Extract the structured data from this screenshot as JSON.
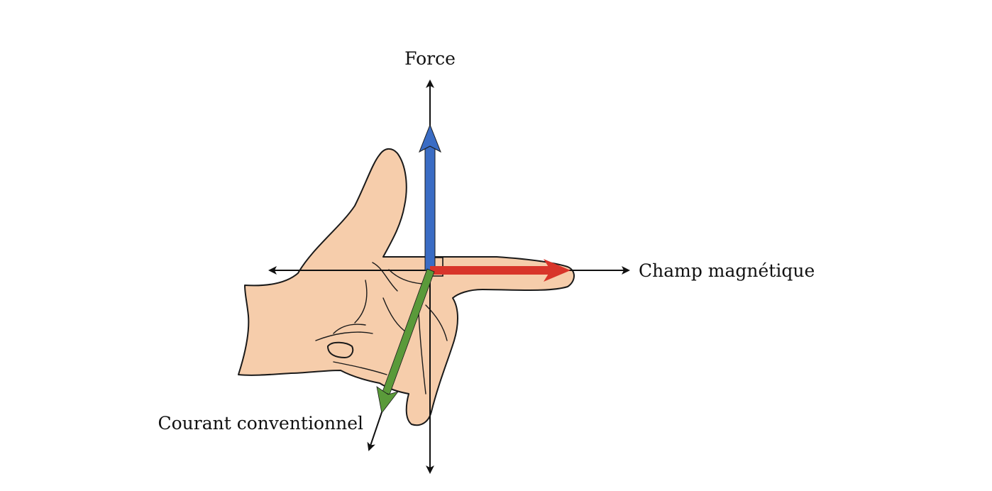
{
  "labels": {
    "force": "Force",
    "magnetic_field": "Champ magnétique",
    "current": "Courant conventionnel"
  },
  "colors": {
    "force_arrow": "#3a6cc4",
    "field_arrow": "#d8352a",
    "current_arrow": "#5a9a3a",
    "skin": "#f6cdab",
    "outline": "#1a1a1a",
    "axis": "#111111"
  },
  "icons": {
    "hand": "left-hand-icon"
  }
}
